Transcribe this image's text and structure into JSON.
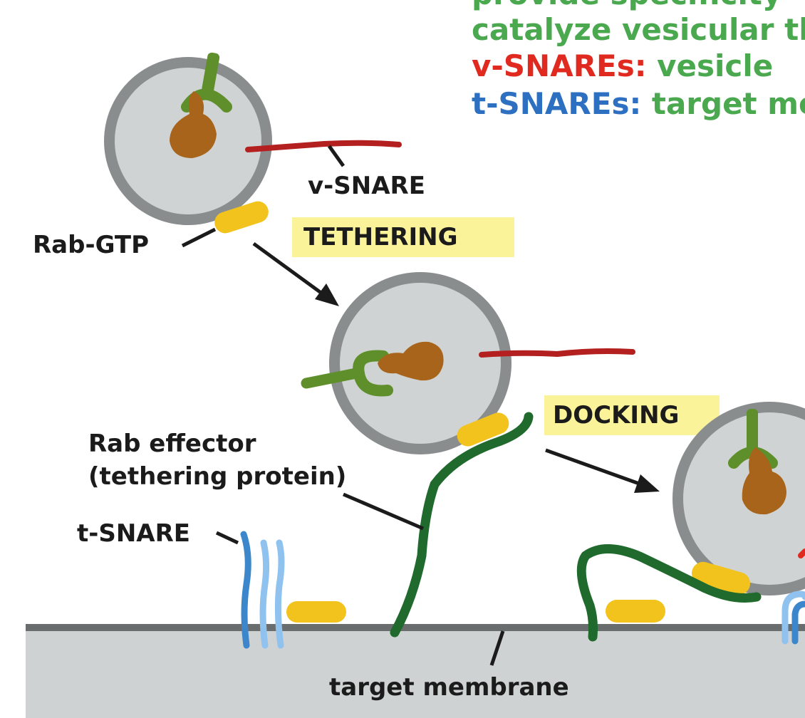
{
  "header": {
    "line0": "provide specificity",
    "line1": "catalyze vesicular the",
    "line2_key": "v-SNAREs:",
    "line2_rest": " vesicle",
    "line3_key": "t-SNAREs:",
    "line3_rest": " target mem"
  },
  "labels": {
    "v_snare": "v-SNARE",
    "rab_gtp": "Rab-GTP",
    "tethering": "TETHERING",
    "docking": "DOCKING",
    "rab_effector_1": "Rab effector",
    "rab_effector_2": "(tethering protein)",
    "t_snare": "t-SNARE",
    "target_membrane": "target membrane"
  },
  "colors": {
    "header_green": "#4aa84f",
    "v_snare_red": "#e02a1f",
    "t_snare_blue": "#2d6fc0",
    "stage_box_yellow": "#fbf39a",
    "rab_yellow": "#f2c21d",
    "tether_green": "#1f6a2c",
    "membrane_gray": "#cfd2d2",
    "membrane_line": "#6a6d6d",
    "vesicle_fill": "#cfd3d3",
    "vesicle_ring": "#8a8d8e",
    "cargo_brown": "#a8641a",
    "receptor_green": "#5e8f2b",
    "v_snare_line": "#b3201f",
    "t_snare_light": "#8fc2ee",
    "t_snare_dark": "#3c86cc"
  }
}
